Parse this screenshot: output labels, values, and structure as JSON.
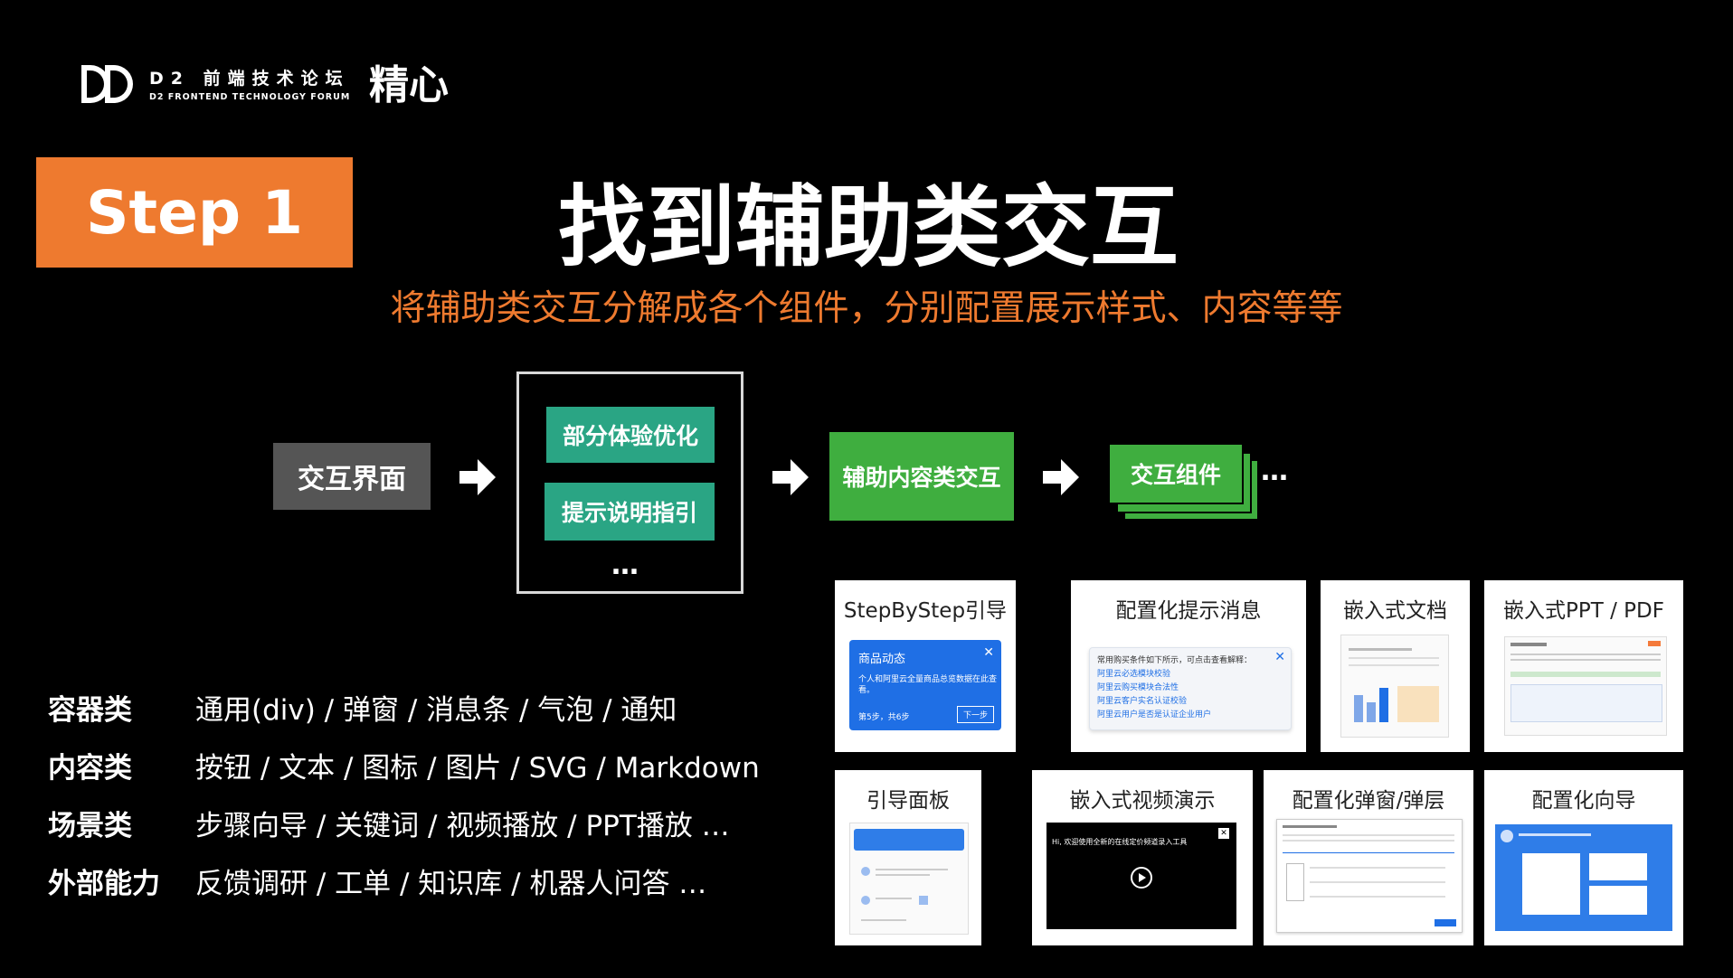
{
  "logo": {
    "cn": "D2 前端技术论坛",
    "en": "D2 FRONTEND TECHNOLOGY FORUM",
    "sub": "精心"
  },
  "step_label": "Step 1",
  "title": "找到辅助类交互",
  "subtitle": "将辅助类交互分解成各个组件，分别配置展示样式、内容等等",
  "flow": {
    "start": "交互界面",
    "group_items": [
      "部分体验优化",
      "提示说明指引"
    ],
    "group_more": "…",
    "middle": "辅助内容类交互",
    "end": "交互组件",
    "end_more": "…"
  },
  "categories": [
    {
      "label": "容器类",
      "text": "通用(div) / 弹窗 / 消息条 / 气泡 / 通知"
    },
    {
      "label": "内容类",
      "text": "按钮 / 文本 / 图标 / 图片 / SVG / Markdown"
    },
    {
      "label": "场景类",
      "text": "步骤向导 / 关键词 / 视频播放 / PPT播放 …"
    },
    {
      "label": "外部能力",
      "text": "反馈调研 / 工单 / 知识库 / 机器人问答 …"
    }
  ],
  "cards": {
    "step": {
      "title": "StepByStep引导",
      "popup_title": "商品动态",
      "popup_body": "个人和阿里云全量商品总览数据在此查看。",
      "popup_footer": "第5步，共6步",
      "popup_button": "下一步"
    },
    "tips": {
      "title": "配置化提示消息",
      "lines": [
        "常用购买条件如下所示，可点击查看解释：",
        "阿里云必选模块校验",
        "阿里云购买模块合法性",
        "阿里云客户实名认证校验",
        "阿里云用户是否是认证企业用户"
      ]
    },
    "doc": {
      "title": "嵌入式文档"
    },
    "ppt": {
      "title": "嵌入式PPT / PDF"
    },
    "panel": {
      "title": "引导面板"
    },
    "video": {
      "title": "嵌入式视频演示",
      "caption": "Hi, 欢迎使用全新的在线定价频道录入工具"
    },
    "dialog": {
      "title": "配置化弹窗/弹层"
    },
    "wizard": {
      "title": "配置化向导"
    }
  },
  "colors": {
    "accent_orange": "#ee7a2f",
    "teal": "#2aa584",
    "green": "#3fae3f",
    "gray": "#555555",
    "blue": "#1f6fe5"
  }
}
